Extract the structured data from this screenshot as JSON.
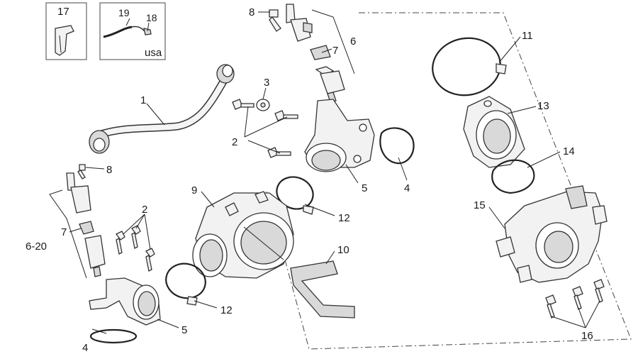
{
  "labels": {
    "l1": "1",
    "l2a": "2",
    "l2b": "2",
    "l3": "3",
    "l4a": "4",
    "l4b": "4",
    "l5a": "5",
    "l5b": "5",
    "l6": "6",
    "l620": "6-20",
    "l7a": "7",
    "l7b": "7",
    "l8a": "8",
    "l8b": "8",
    "l9": "9",
    "l10": "10",
    "l11": "11",
    "l12a": "12",
    "l12b": "12",
    "l13": "13",
    "l14": "14",
    "l15": "15",
    "l16": "16",
    "l17": "17",
    "l18": "18",
    "l19": "19",
    "usa": "usa"
  }
}
